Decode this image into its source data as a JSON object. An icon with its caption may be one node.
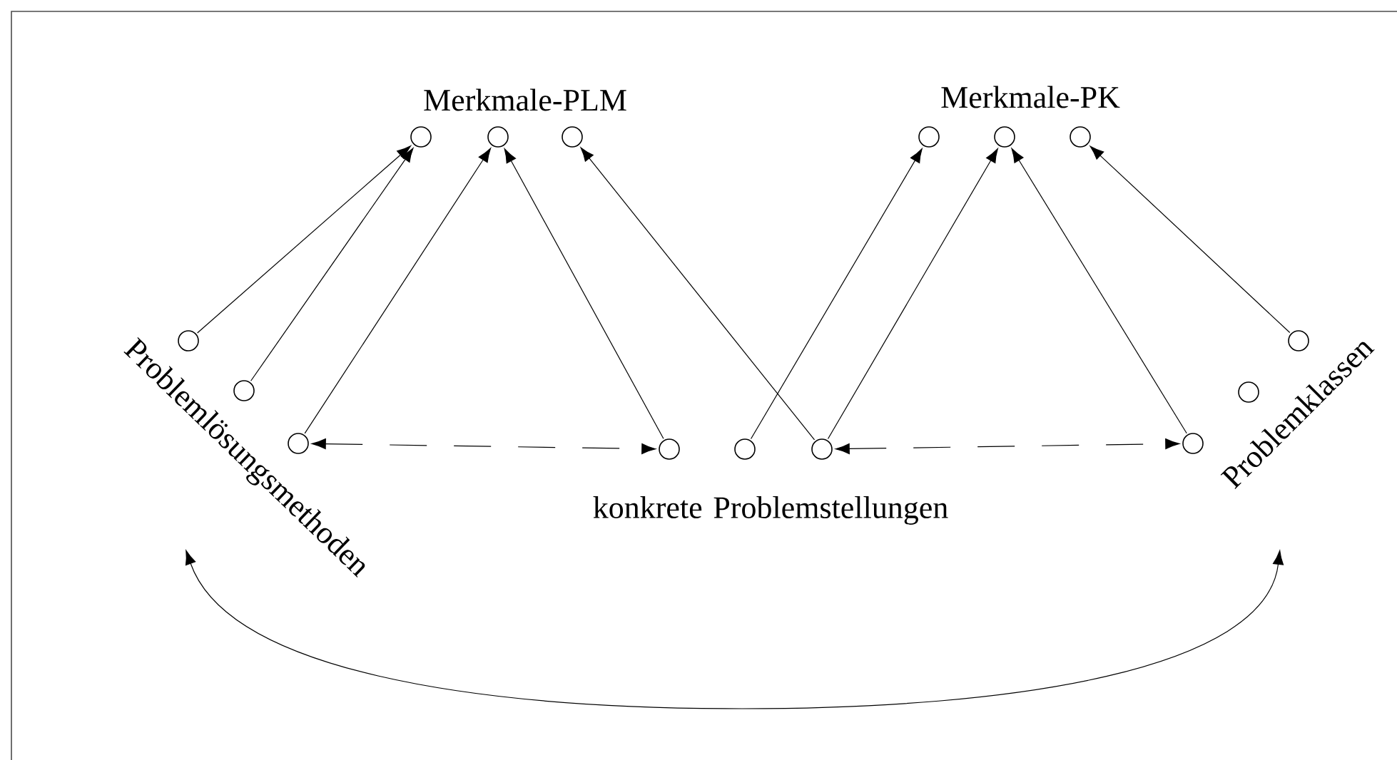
{
  "diagram": {
    "nodes": [
      {
        "text": [],
        "shape": "circle"
      },
      {
        "text": [],
        "shape": "circle"
      },
      {
        "text": [],
        "shape": "circle"
      },
      {
        "text": [],
        "shape": "circle"
      },
      {
        "text": [],
        "shape": "circle"
      },
      {
        "text": [],
        "shape": "circle"
      },
      {
        "text": [],
        "shape": "circle"
      },
      {
        "text": [],
        "shape": "circle"
      },
      {
        "text": [],
        "shape": "circle"
      },
      {
        "text": [],
        "shape": "circle"
      },
      {
        "text": [],
        "shape": "circle"
      },
      {
        "text": [],
        "shape": "circle"
      },
      {
        "text": [],
        "shape": "circle"
      },
      {
        "text": [],
        "shape": "circle"
      },
      {
        "text": [],
        "shape": "circle"
      },
      {
        "text": [
          "Problemlösungsmethoden"
        ]
      },
      {
        "text": [
          "Problemklassen"
        ]
      }
    ],
    "edges": [
      {
        "from": 6,
        "to": 0,
        "arrow": "to"
      },
      {
        "from": 7,
        "to": 0,
        "arrow": "to"
      },
      {
        "from": 8,
        "to": 1,
        "arrow": "to"
      },
      {
        "from": 9,
        "to": 1,
        "arrow": "to"
      },
      {
        "from": 11,
        "to": 2,
        "arrow": "to"
      },
      {
        "from": 10,
        "to": 3,
        "arrow": "to"
      },
      {
        "from": 11,
        "to": 4,
        "arrow": "to"
      },
      {
        "from": 14,
        "to": 4,
        "arrow": "to"
      },
      {
        "from": 12,
        "to": 5,
        "arrow": "to"
      },
      {
        "from": 8,
        "to": 9,
        "arrow": "both",
        "style": "dashed"
      },
      {
        "from": 11,
        "to": 14,
        "arrow": "both",
        "style": "dashed"
      },
      {
        "from": 15,
        "to": 16,
        "arrow": "both"
      }
    ],
    "labels": [
      "Merkmale-PLM",
      "Merkmale-PK",
      "konkrete Problemstellungen"
    ]
  }
}
